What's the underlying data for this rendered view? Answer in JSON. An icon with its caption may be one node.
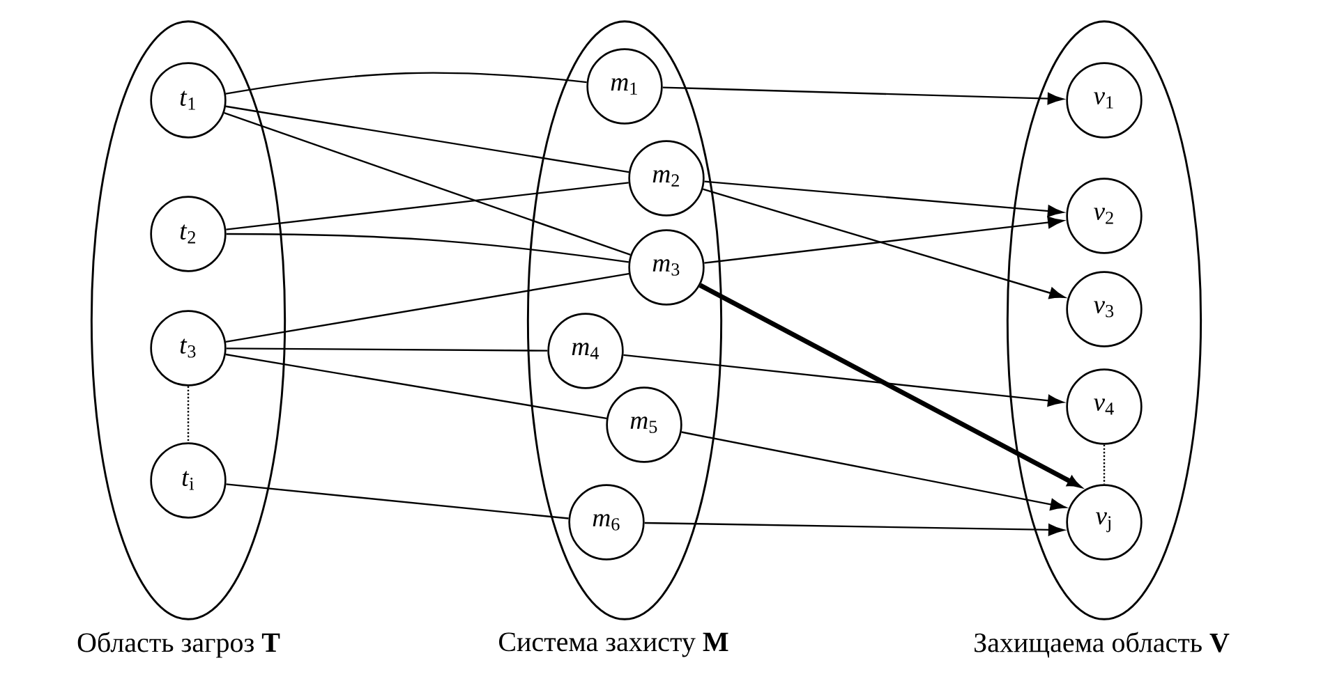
{
  "diagram": {
    "nodes": [
      {
        "text": [
          "Область загроз **T**"
        ]
      },
      {
        "text": [
          "*t*$_{1}$"
        ],
        "in": 0
      },
      {
        "text": [
          "*t*$_{2}$"
        ],
        "in": 0
      },
      {
        "text": [
          "*t*$_{3}$"
        ],
        "in": 0
      },
      {
        "text": [
          "*t*$_{i}$"
        ],
        "in": 0
      },
      {
        "text": [
          "Система захисту **M**"
        ]
      },
      {
        "text": [
          "*m*$_{1}$"
        ],
        "in": 5
      },
      {
        "text": [
          "*m*$_{2}$"
        ],
        "in": 5
      },
      {
        "text": [
          "*m*$_{3}$"
        ],
        "in": 5
      },
      {
        "text": [
          "*m*$_{4}$"
        ],
        "in": 5
      },
      {
        "text": [
          "*m*$_{5}$"
        ],
        "in": 5
      },
      {
        "text": [
          "*m*$_{6}$"
        ],
        "in": 5
      },
      {
        "text": [
          "Захищаема область **V**"
        ]
      },
      {
        "text": [
          "*v*$_{1}$"
        ],
        "in": 12
      },
      {
        "text": [
          "*v*$_{2}$"
        ],
        "in": 12
      },
      {
        "text": [
          "*v*$_{3}$"
        ],
        "in": 12
      },
      {
        "text": [
          "*v*$_{4}$"
        ],
        "in": 12
      },
      {
        "text": [
          "*v*$_{j}$"
        ],
        "in": 12
      }
    ],
    "edges": [
      {
        "from": 1,
        "to": 6,
        "arrow": "none"
      },
      {
        "from": 1,
        "to": 7,
        "arrow": "none"
      },
      {
        "from": 1,
        "to": 8,
        "arrow": "none"
      },
      {
        "from": 2,
        "to": 7,
        "arrow": "none"
      },
      {
        "from": 2,
        "to": 8,
        "arrow": "none"
      },
      {
        "from": 3,
        "to": 8,
        "arrow": "none"
      },
      {
        "from": 3,
        "to": 9,
        "arrow": "none"
      },
      {
        "from": 3,
        "to": 10,
        "arrow": "none"
      },
      {
        "from": 4,
        "to": 11,
        "arrow": "none"
      },
      {
        "from": 6,
        "to": 13,
        "arrow": "to"
      },
      {
        "from": 7,
        "to": 14,
        "arrow": "to"
      },
      {
        "from": 7,
        "to": 15,
        "arrow": "to"
      },
      {
        "from": 8,
        "to": 14,
        "arrow": "to"
      },
      {
        "from": 8,
        "to": 17,
        "arrow": "to",
        "style": "thick"
      },
      {
        "from": 9,
        "to": 16,
        "arrow": "to"
      },
      {
        "from": 10,
        "to": 17,
        "arrow": "to"
      },
      {
        "from": 11,
        "to": 17,
        "arrow": "to"
      },
      {
        "from": 3,
        "to": 4,
        "arrow": "none",
        "style": "dashed"
      },
      {
        "from": 16,
        "to": 17,
        "arrow": "none",
        "style": "dashed"
      }
    ]
  }
}
